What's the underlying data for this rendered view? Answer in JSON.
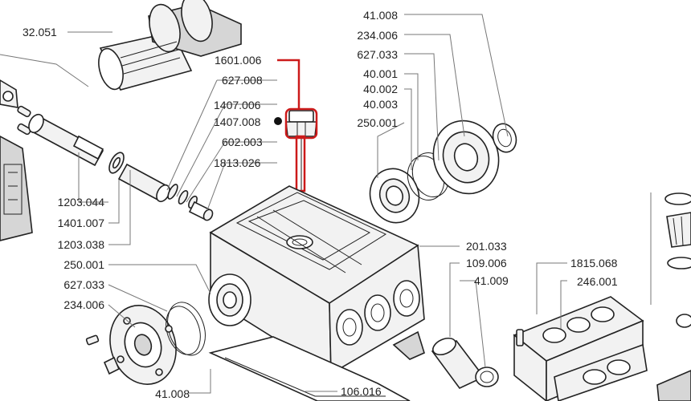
{
  "diagram": {
    "labels": [
      "32.051",
      "1601.006",
      "627.008",
      "1407.006",
      "1407.008",
      "602.003",
      "1813.026",
      "1203.044",
      "1401.007",
      "1203.038",
      "250.001",
      "627.033",
      "234.006",
      "41.008",
      "234.006",
      "627.033",
      "40.001",
      "40.002",
      "40.003",
      "250.001",
      "41.008",
      "201.033",
      "109.006",
      "41.009",
      "1815.068",
      "246.001",
      "106.016"
    ],
    "highlight_color": "#cc1a1a",
    "highlighted_part": "1601.006"
  }
}
